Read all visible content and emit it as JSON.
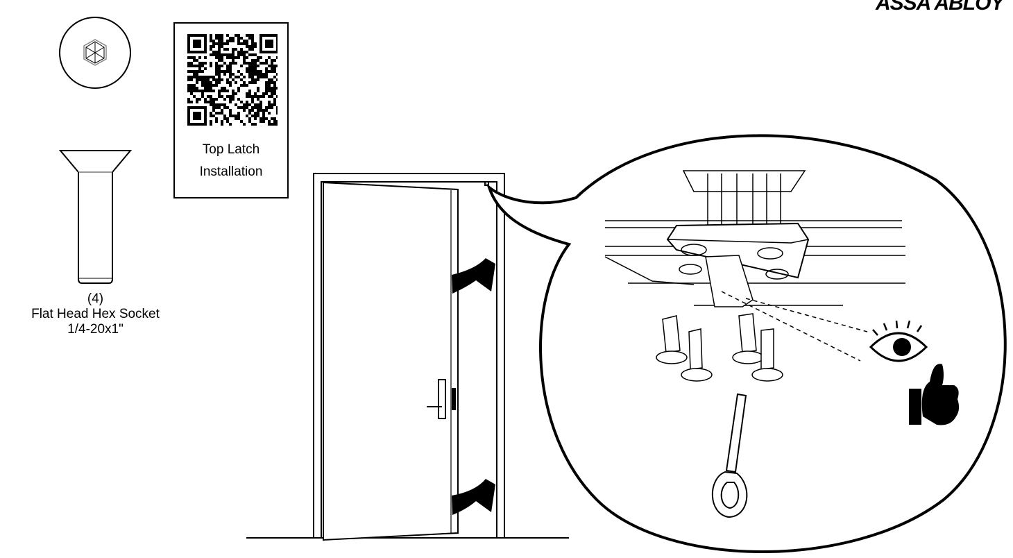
{
  "brand": {
    "logo_text": "ASSA ABLOY"
  },
  "qr_card": {
    "line1": "Top Latch",
    "line2": "Installation"
  },
  "screw": {
    "quantity": "(4)",
    "name": "Flat Head Hex Socket",
    "size": "1/4-20x1\""
  },
  "icons": [
    "hex-socket-head-icon",
    "flat-head-screw-icon",
    "qr-code-icon",
    "door-icon",
    "curved-arrow-icon",
    "eye-icon",
    "thumbs-up-icon",
    "hex-key-icon"
  ]
}
